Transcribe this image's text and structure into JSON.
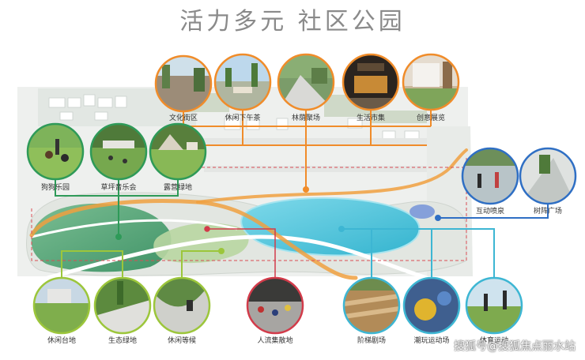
{
  "title": "活力多元 社区公园",
  "watermark": "搜狐号@搜狐焦点丽水站",
  "colors": {
    "orange": "#f08c2a",
    "green": "#2e9a58",
    "lime": "#9cc63b",
    "red": "#d23b4a",
    "cyan": "#3db6d3",
    "blue": "#2f6fc4"
  },
  "labels": {
    "wenhua": "文化街区",
    "xiuxian_xiawucha": "休闲下午茶",
    "linyin": "林荫聚场",
    "shenghuo": "生活市集",
    "chuangyi": "创意展览",
    "gougou": "狗狗乐园",
    "caoping": "草坪音乐会",
    "luying": "露营绿地",
    "hudong": "互动喷泉",
    "shuzhen": "树阵广场",
    "taidi": "休闲台地",
    "shengtai": "生态绿地",
    "dengqiu": "休闲等候",
    "renliu": "人流集散地",
    "jieti": "阶梯剧场",
    "chaowan": "潮玩运动场",
    "tiyu": "体育运动"
  }
}
